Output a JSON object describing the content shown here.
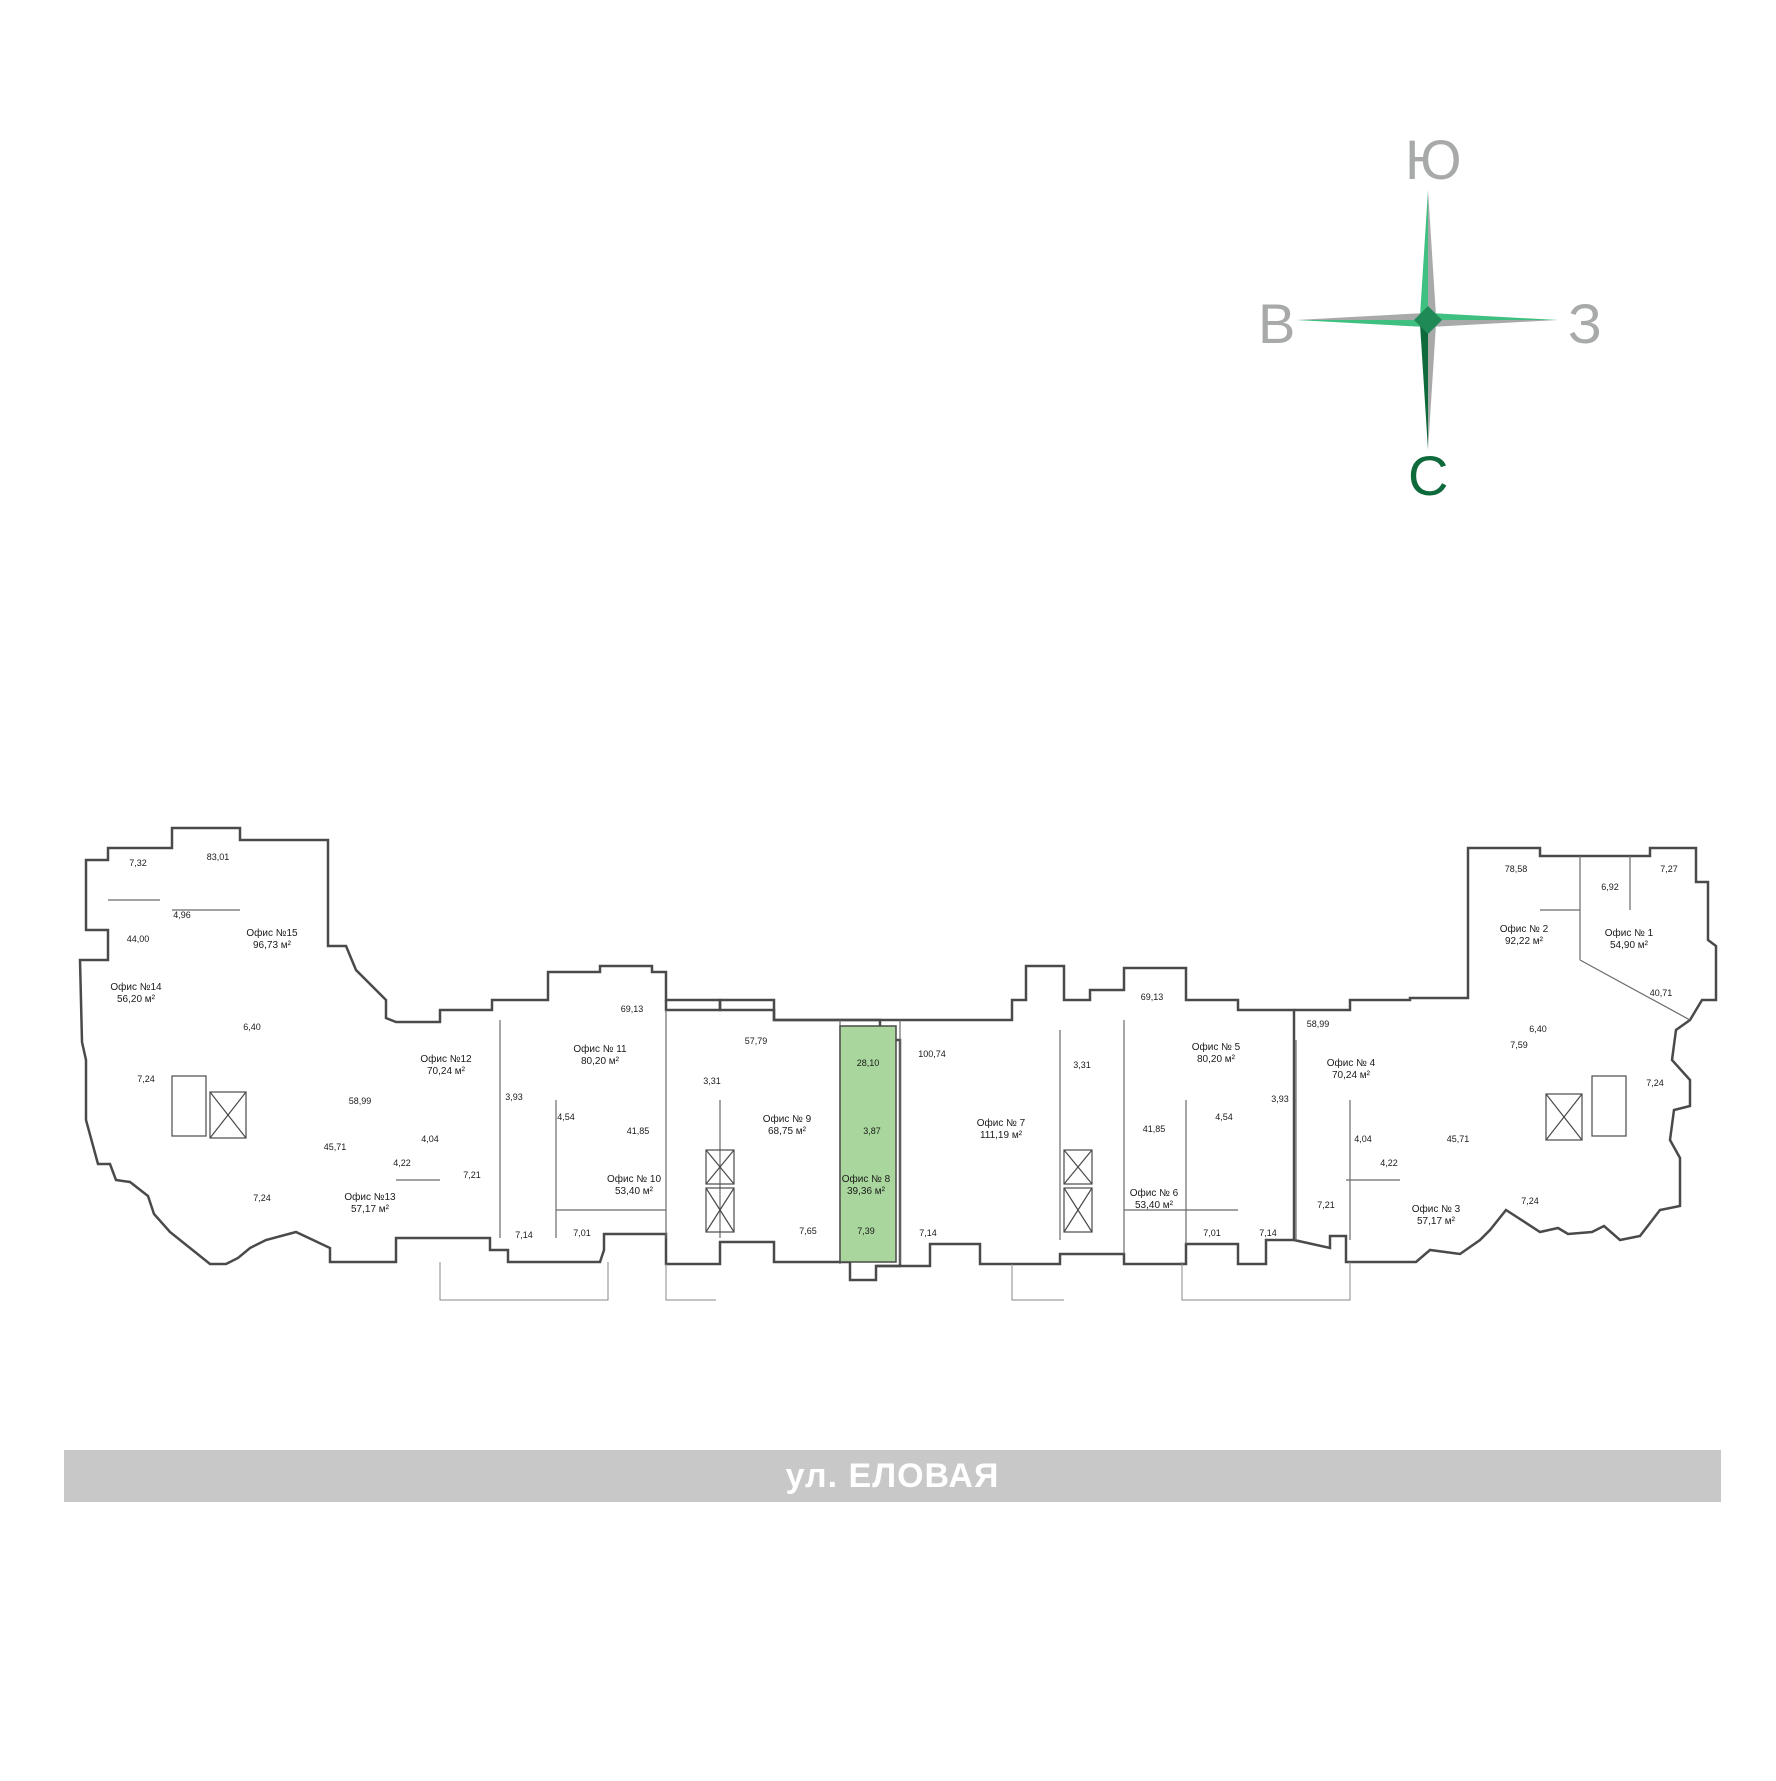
{
  "compass": {
    "south": "Ю",
    "west": "В",
    "east": "З",
    "north": "С",
    "colors": {
      "light_green": "#3fbf80",
      "dark_green": "#0e6a3a",
      "gray": "#a8aaa9"
    }
  },
  "street": {
    "label": "ул. ЕЛОВАЯ",
    "color": "#c7c8c7"
  },
  "highlight": {
    "office": "Офис № 8",
    "color": "#a8d69c"
  },
  "unit": "м²",
  "offices": [
    {
      "id": "office-15",
      "name": "Офис №15",
      "area": "96,73 м²"
    },
    {
      "id": "office-14",
      "name": "Офис №14",
      "area": "56,20 м²"
    },
    {
      "id": "office-13",
      "name": "Офис №13",
      "area": "57,17 м²"
    },
    {
      "id": "office-12",
      "name": "Офис №12",
      "area": "70,24 м²"
    },
    {
      "id": "office-11",
      "name": "Офис № 11",
      "area": "80,20 м²"
    },
    {
      "id": "office-10",
      "name": "Офис № 10",
      "area": "53,40 м²"
    },
    {
      "id": "office-9",
      "name": "Офис № 9",
      "area": "68,75 м²"
    },
    {
      "id": "office-8",
      "name": "Офис № 8",
      "area": "39,36 м²"
    },
    {
      "id": "office-7",
      "name": "Офис № 7",
      "area": "111,19 м²"
    },
    {
      "id": "office-6",
      "name": "Офис № 6",
      "area": "53,40 м²"
    },
    {
      "id": "office-5",
      "name": "Офис № 5",
      "area": "80,20 м²"
    },
    {
      "id": "office-4",
      "name": "Офис № 4",
      "area": "70,24 м²"
    },
    {
      "id": "office-3",
      "name": "Офис № 3",
      "area": "57,17 м²"
    },
    {
      "id": "office-2",
      "name": "Офис № 2",
      "area": "92,22 м²"
    },
    {
      "id": "office-1",
      "name": "Офис № 1",
      "area": "54,90 м²"
    }
  ],
  "rooms": [
    "7,32",
    "83,01",
    "4,96",
    "44,00",
    "6,40",
    "7,24",
    "7,24",
    "58,99",
    "45,71",
    "4,04",
    "4,22",
    "7,21",
    "3,93",
    "4,54",
    "41,85",
    "69,13",
    "7,14",
    "7,01",
    "57,79",
    "3,31",
    "7,65",
    "28,10",
    "3,87",
    "7,39",
    "100,74",
    "7,14",
    "3,31",
    "69,13",
    "41,85",
    "4,54",
    "7,01",
    "7,14",
    "3,93",
    "58,99",
    "7,21",
    "4,04",
    "4,22",
    "45,71",
    "7,24",
    "7,24",
    "7,59",
    "6,40",
    "78,58",
    "6,92",
    "7,27",
    "40,71"
  ]
}
